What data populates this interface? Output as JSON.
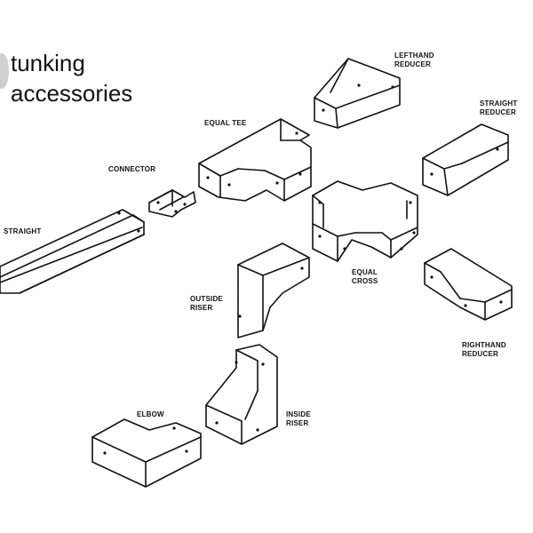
{
  "title_line1": "tunking",
  "title_line2": "accessories",
  "labels": {
    "lefthand_reducer": "LEFTHAND\nREDUCER",
    "straight_reducer": "STRAIGHT\nREDUCER",
    "equal_tee": "EQUAL TEE",
    "connector": "CONNECTOR",
    "straight": "STRAIGHT",
    "equal_cross": "EQUAL\nCROSS",
    "outside_riser": "OUTSIDE\nRISER",
    "righthand_reducer": "RIGHTHAND\nREDUCER",
    "elbow": "ELBOW",
    "inside_riser": "INSIDE\nRISER"
  }
}
